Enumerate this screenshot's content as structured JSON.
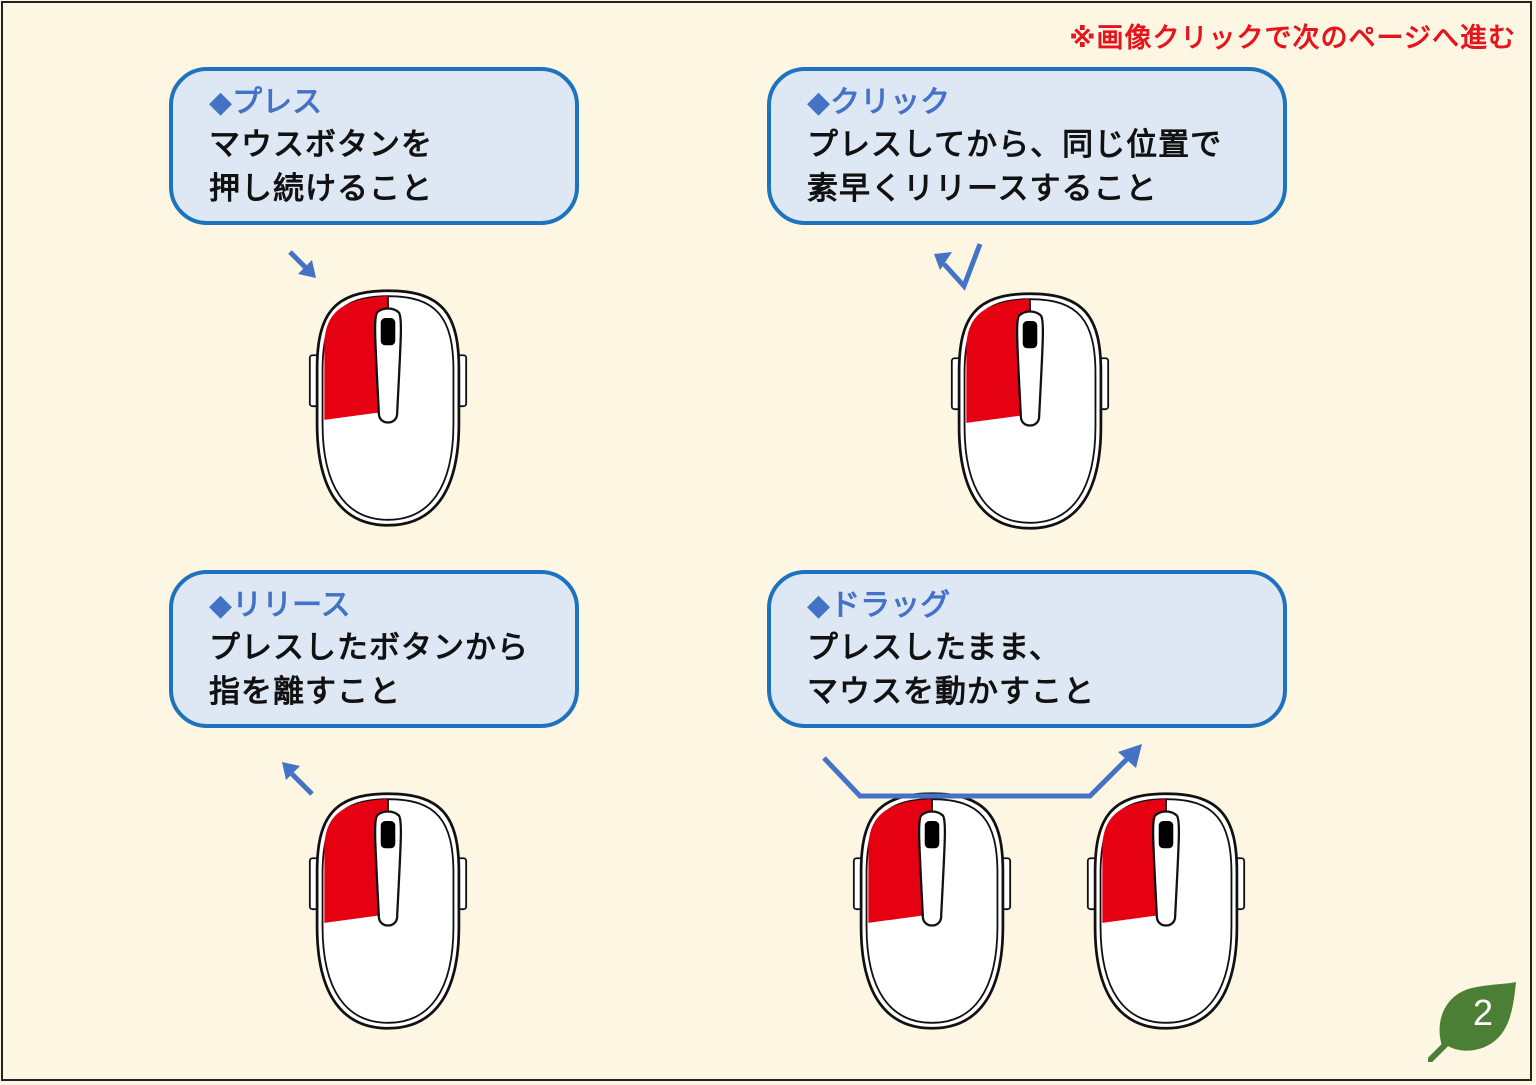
{
  "notice": "※画像クリックで次のページへ進む",
  "colors": {
    "background": "#fdf6e3",
    "bubble_fill": "#dde8f4",
    "bubble_border": "#1e73be",
    "heading": "#4472c4",
    "notice": "#e8141c",
    "mouse_button_highlight": "#e50012",
    "arrow": "#4472c4",
    "leaf": "#4a7f35"
  },
  "panels": [
    {
      "title": "◆プレス",
      "body": "マウスボタンを\n押し続けること",
      "arrow_icon": "arrow-down-right-icon"
    },
    {
      "title": "◆クリック",
      "body": "プレスしてから、同じ位置で\n素早くリリースすること",
      "arrow_icon": "check-arrow-icon"
    },
    {
      "title": "◆リリース",
      "body": "プレスしたボタンから\n指を離すこと",
      "arrow_icon": "arrow-up-left-icon"
    },
    {
      "title": "◆ドラッグ",
      "body": "プレスしたまま、\nマウスを動かすこと",
      "arrow_icon": "drag-path-arrow-icon"
    }
  ],
  "page_number": "2"
}
